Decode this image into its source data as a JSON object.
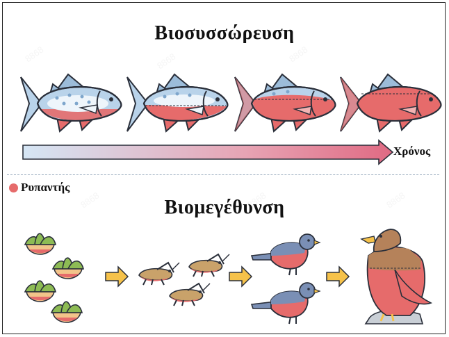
{
  "bioaccumulation": {
    "title": "Βιοσυσσώρευση",
    "time_label": "Χρόνος",
    "fish_contamination_levels": [
      0.25,
      0.45,
      0.75,
      1.0
    ]
  },
  "legend": {
    "label": "Ρυπαντής"
  },
  "biomagnification": {
    "title": "Βιομεγέθυνση"
  },
  "colors": {
    "pollutant": "#e66b6b",
    "fish_body": "#b9d3ea",
    "outline": "#2a2f3a",
    "arrow_yellow": "#f6c24a",
    "plant_leaf": "#8dbb54"
  },
  "icons": [
    "fish-icon",
    "plant-icon",
    "grasshopper-icon",
    "bird-icon",
    "eagle-icon",
    "arrow-right-icon"
  ]
}
